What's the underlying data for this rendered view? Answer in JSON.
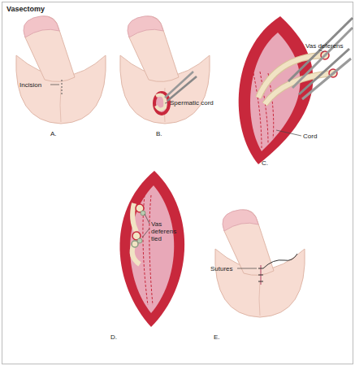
{
  "diagram": {
    "title": "Vasectomy",
    "labels": [
      "Incision",
      "A.",
      "Spermatic cord",
      "B.",
      "Vas deferens",
      "Cord",
      "C.",
      "Vas deferens tied",
      "D.",
      "Sutures",
      "E."
    ]
  }
}
